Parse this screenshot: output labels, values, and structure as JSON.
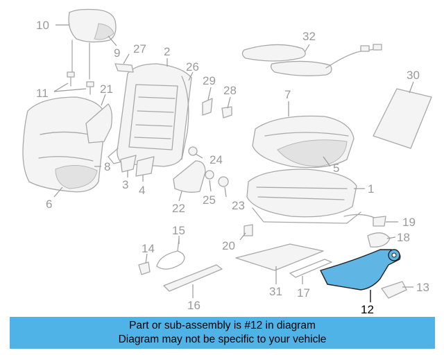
{
  "callouts": {
    "c1": "1",
    "c2": "2",
    "c3": "3",
    "c4": "4",
    "c5": "5",
    "c6": "6",
    "c7": "7",
    "c8": "8",
    "c9": "9",
    "c10": "10",
    "c11": "11",
    "c12": "12",
    "c13": "13",
    "c14": "14",
    "c15": "15",
    "c16": "16",
    "c17": "17",
    "c18": "18",
    "c19": "19",
    "c20": "20",
    "c21": "21",
    "c22": "22",
    "c23": "23",
    "c24": "24",
    "c25": "25",
    "c26": "26",
    "c27": "27",
    "c28": "28",
    "c29": "29",
    "c30": "30",
    "c31": "31",
    "c32": "32"
  },
  "highlight": {
    "part_number": "12",
    "color": "#5fb6e4"
  },
  "banner": {
    "line1": "Part or sub-assembly is #12 in diagram",
    "line2": "Diagram may not be specific to your vehicle",
    "color": "#4fb3e8"
  }
}
